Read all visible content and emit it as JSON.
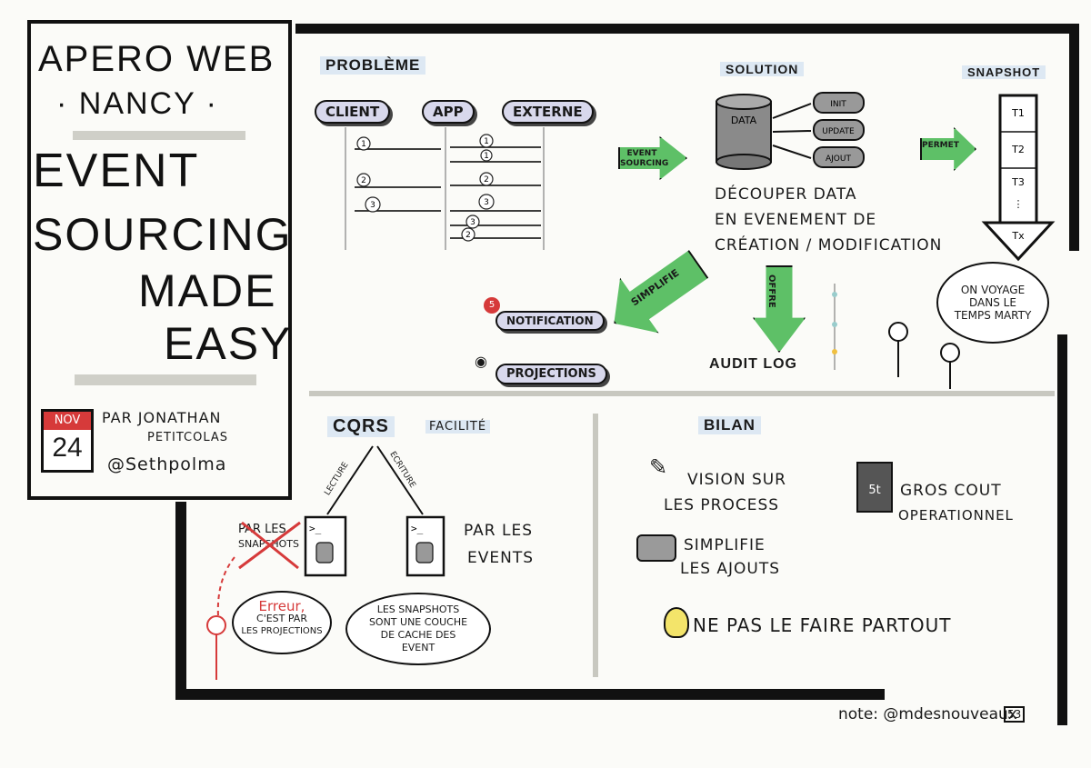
{
  "header": {
    "event_line1": "APERO WEB",
    "event_line2": "· NANCY ·",
    "title_lines": [
      "EVENT",
      "SOURCING",
      "MADE",
      "EASY"
    ],
    "date_month": "NOV",
    "date_day": "24",
    "author_line1": "PAR JONATHAN",
    "author_line2": "PETITCOLAS",
    "author_handle": "@Sethpolma"
  },
  "probleme": {
    "title": "PROBLÈME",
    "actors": [
      "CLIENT",
      "APP",
      "EXTERNE"
    ],
    "steps_left": [
      "1",
      "2",
      "3"
    ],
    "steps_right": [
      "1",
      "1",
      "2",
      "3",
      "3",
      "2"
    ]
  },
  "solution": {
    "title": "SOLUTION",
    "db_label": "DATA",
    "events": [
      "INIT",
      "UPDATE",
      "AJOUT"
    ],
    "arrow_label": "EVENT SOURCING",
    "desc_line1": "DÉCOUPER DATA",
    "desc_line2": "EN EVENEMENT DE",
    "desc_line3": "CRÉATION / MODIFICATION"
  },
  "snapshot": {
    "title": "SNAPSHOT",
    "permet": "PERMET",
    "slots": [
      "T1",
      "T2",
      "T3",
      "⋮",
      "Tx"
    ],
    "bubble": "ON VOYAGE DANS LE TEMPS MARTY"
  },
  "simplifie": {
    "arrow": "SIMPLIFIE",
    "badge": "5",
    "notif": "NOTIFICATION",
    "proj": "PROJECTIONS"
  },
  "offre": {
    "arrow": "OFFRE",
    "label": "AUDIT LOG"
  },
  "cqrs": {
    "title": "CQRS",
    "facilite": "FACILITÉ",
    "lecture": "LECTURE",
    "ecriture": "ECRITURE",
    "crossed_line1": "PAR LES",
    "crossed_line2": "SNAPSHOTS",
    "par_events_line1": "PAR LES",
    "par_events_line2": "EVENTS",
    "erreur": "Erreur,",
    "erreur_rest_line1": "C'EST PAR",
    "erreur_rest_line2": "LES PROJECTIONS",
    "cache_line1": "LES SNAPSHOTS",
    "cache_line2": "SONT UNE COUCHE",
    "cache_line3": "DE CACHE DES",
    "cache_line4": "EVENT"
  },
  "bilan": {
    "title": "BILAN",
    "item1_line1": "VISION SUR",
    "item1_line2": "LES PROCESS",
    "item2_line1": "SIMPLIFIE",
    "item2_line2": "LES AJOUTS",
    "item3_line1": "GROS COUT",
    "item3_line2": "OPERATIONNEL",
    "weight": "5t",
    "item4": "NE PAS LE FAIRE PARTOUT"
  },
  "footer": {
    "credit": "note: @mdesnouveaux",
    "credit_badge": "53"
  }
}
